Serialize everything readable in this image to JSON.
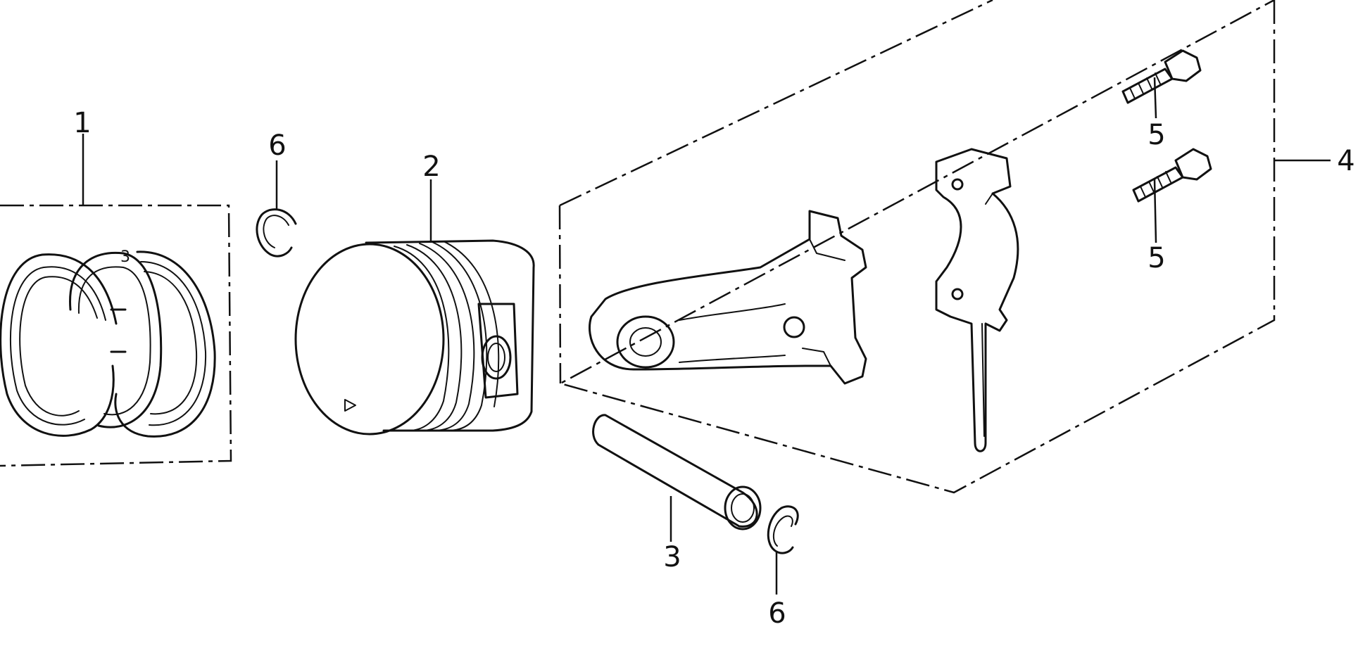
{
  "callouts": {
    "piston_rings": "1",
    "piston": "2",
    "piston_pin": "3",
    "connecting_rod_assembly": "4",
    "rod_bolt_upper": "5",
    "rod_bolt_lower": "5",
    "pin_clip_upper": "6",
    "pin_clip_lower": "6"
  },
  "icons": {
    "piston_rings": "piston-ring-set-icon",
    "piston": "piston-icon",
    "piston_pin": "piston-pin-icon",
    "connecting_rod": "connecting-rod-icon",
    "rod_cap": "rod-cap-icon",
    "rod_bolt": "bolt-icon",
    "pin_clip": "circlip-icon"
  },
  "colors": {
    "ink": "#111111",
    "background": "#ffffff"
  }
}
